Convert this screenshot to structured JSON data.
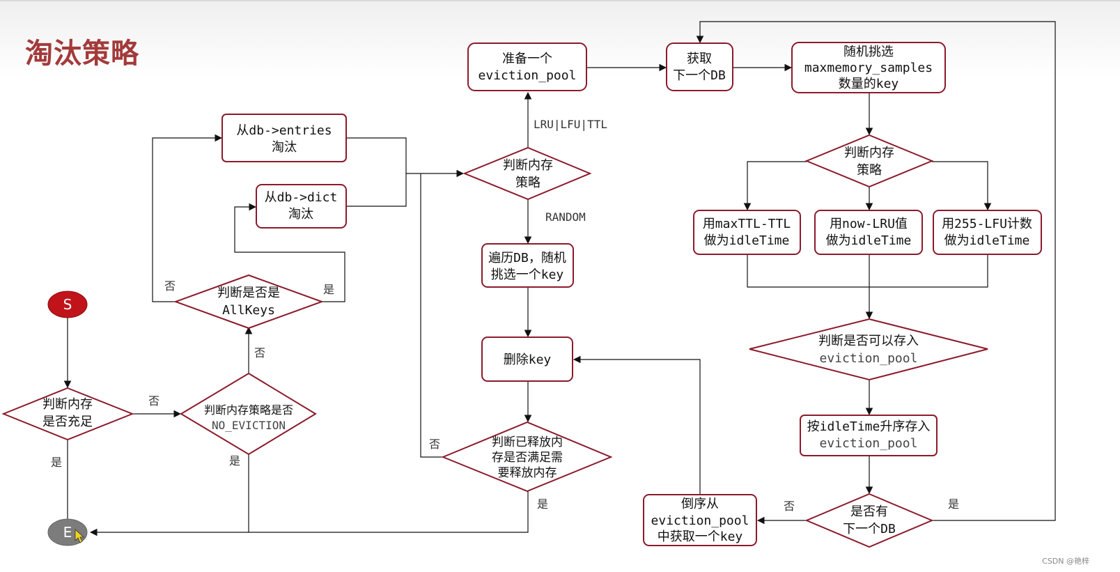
{
  "page": {
    "title": "淘汰策略",
    "watermark": "CSDN @艳梓"
  },
  "nodes": {
    "start": "S",
    "end": "E",
    "memory_check": [
      "判断内存",
      "是否充足"
    ],
    "no_eviction_check": [
      "判断内存策略是否",
      "NO_EVICTION"
    ],
    "allkeys_check": [
      "判断是否是",
      "AllKeys"
    ],
    "from_entries": [
      "从db->entries",
      "淘汰"
    ],
    "from_dict": [
      "从db->dict",
      "淘汰"
    ],
    "policy_check_main": [
      "判断内存",
      "策略"
    ],
    "prepare_pool": [
      "准备一个",
      "eviction_pool"
    ],
    "get_next_db": [
      "获取",
      "下一个DB"
    ],
    "random_sample": [
      "随机挑选",
      "maxmemory_samples",
      "数量的key"
    ],
    "policy_check_pool": [
      "判断内存",
      "策略"
    ],
    "ttl_idle": [
      "用maxTTL-TTL",
      "做为idleTime"
    ],
    "lru_idle": [
      "用now-LRU值",
      "做为idleTime"
    ],
    "lfu_idle": [
      "用255-LFU计数",
      "做为idleTime"
    ],
    "can_store_check": [
      "判断是否可以存入",
      "eviction_pool"
    ],
    "sort_store": [
      "按idleTime升序存入",
      "eviction_pool"
    ],
    "has_next_db": [
      "是否有",
      "下一个DB"
    ],
    "reverse_take": [
      "倒序从",
      "eviction_pool",
      "中获取一个key"
    ],
    "traverse_db": [
      "遍历DB，随机",
      "挑选一个key"
    ],
    "delete_key": "删除key",
    "freed_check": [
      "判断已释放内",
      "存是否满足需",
      "要释放内存"
    ]
  },
  "edge_labels": {
    "memory_yes": "是",
    "memory_no": "否",
    "no_eviction_yes": "是",
    "no_eviction_no": "否",
    "allkeys_no": "否",
    "allkeys_yes": "是",
    "policy_lru_lfu_ttl": "LRU|LFU|TTL",
    "policy_random": "RANDOM",
    "freed_no": "否",
    "freed_yes": "是",
    "next_db_no": "否",
    "next_db_yes": "是"
  },
  "colors": {
    "node_border": "#8b1a2a",
    "title": "#a33a3a",
    "start_fill": "#c0141a",
    "end_fill": "#7c7c7c"
  }
}
